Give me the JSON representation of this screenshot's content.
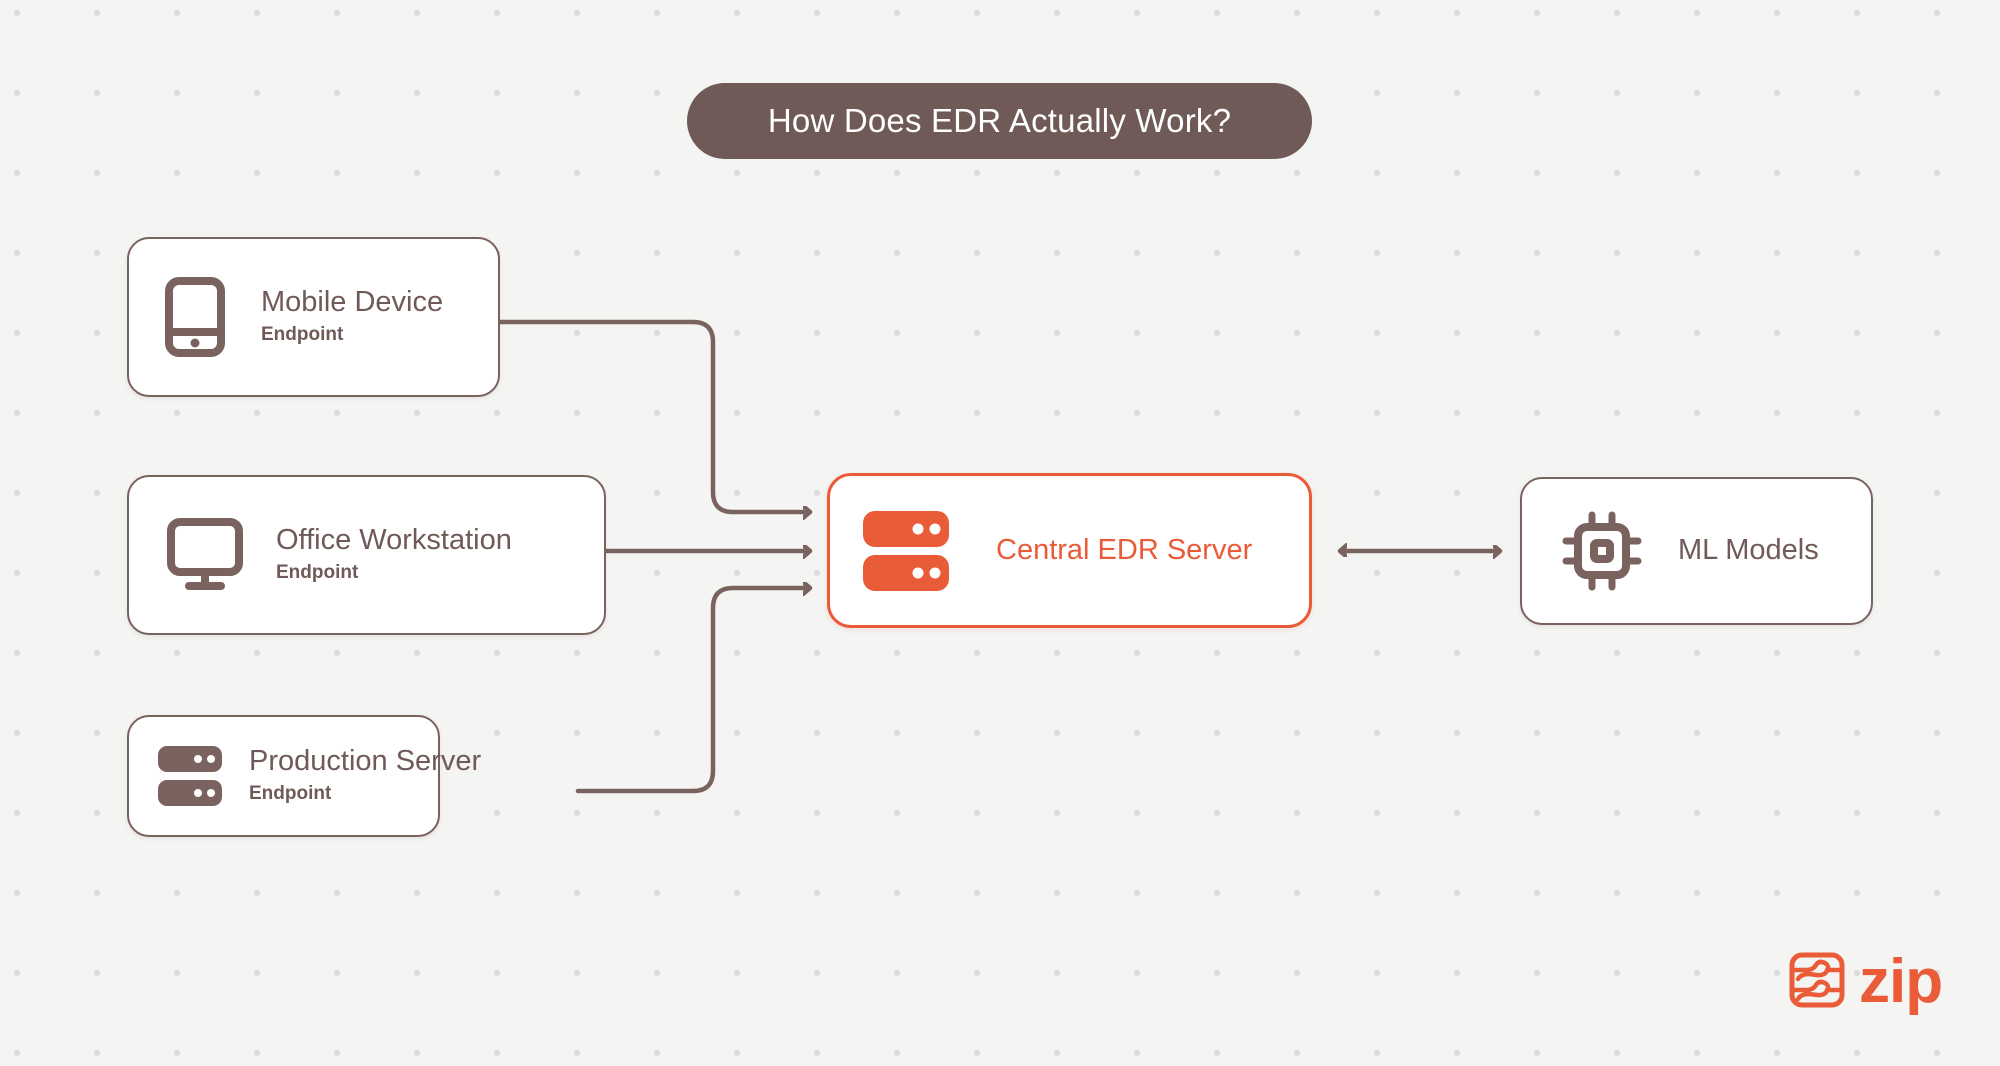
{
  "header": {
    "title": "How Does EDR Actually Work?"
  },
  "theme": {
    "background": "#f4f4f3",
    "dot_color": "#dcdcdc",
    "brown": "#6f5a57",
    "border_brown": "#7a635f",
    "accent_orange": "#ea5b38",
    "card_fill": "#ffffff",
    "title_pill_fill": "#6f5a57",
    "title_text": "#ffffff"
  },
  "diagram": {
    "type": "flow-diagram",
    "nodes": [
      {
        "id": "mobile-device",
        "title": "Mobile Device",
        "subtitle": "Endpoint",
        "icon": "mobile-phone-icon",
        "accent": false
      },
      {
        "id": "office-workstation",
        "title": "Office Workstation",
        "subtitle": "Endpoint",
        "icon": "desktop-monitor-icon",
        "accent": false
      },
      {
        "id": "production-server",
        "title": "Production Server",
        "subtitle": "Endpoint",
        "icon": "server-rack-icon",
        "accent": false
      },
      {
        "id": "central-edr-server",
        "title": "Central EDR Server",
        "subtitle": "",
        "icon": "server-rack-icon",
        "accent": true
      },
      {
        "id": "ml-models",
        "title": "ML Models",
        "subtitle": "",
        "icon": "cpu-chip-icon",
        "accent": false
      }
    ],
    "edges": [
      {
        "from": "mobile-device",
        "to": "central-edr-server",
        "direction": "one-way"
      },
      {
        "from": "office-workstation",
        "to": "central-edr-server",
        "direction": "one-way"
      },
      {
        "from": "production-server",
        "to": "central-edr-server",
        "direction": "one-way"
      },
      {
        "from": "central-edr-server",
        "to": "ml-models",
        "direction": "two-way"
      }
    ]
  },
  "branding": {
    "wordmark": "zip",
    "logo_icon": "zip-mark-icon"
  }
}
